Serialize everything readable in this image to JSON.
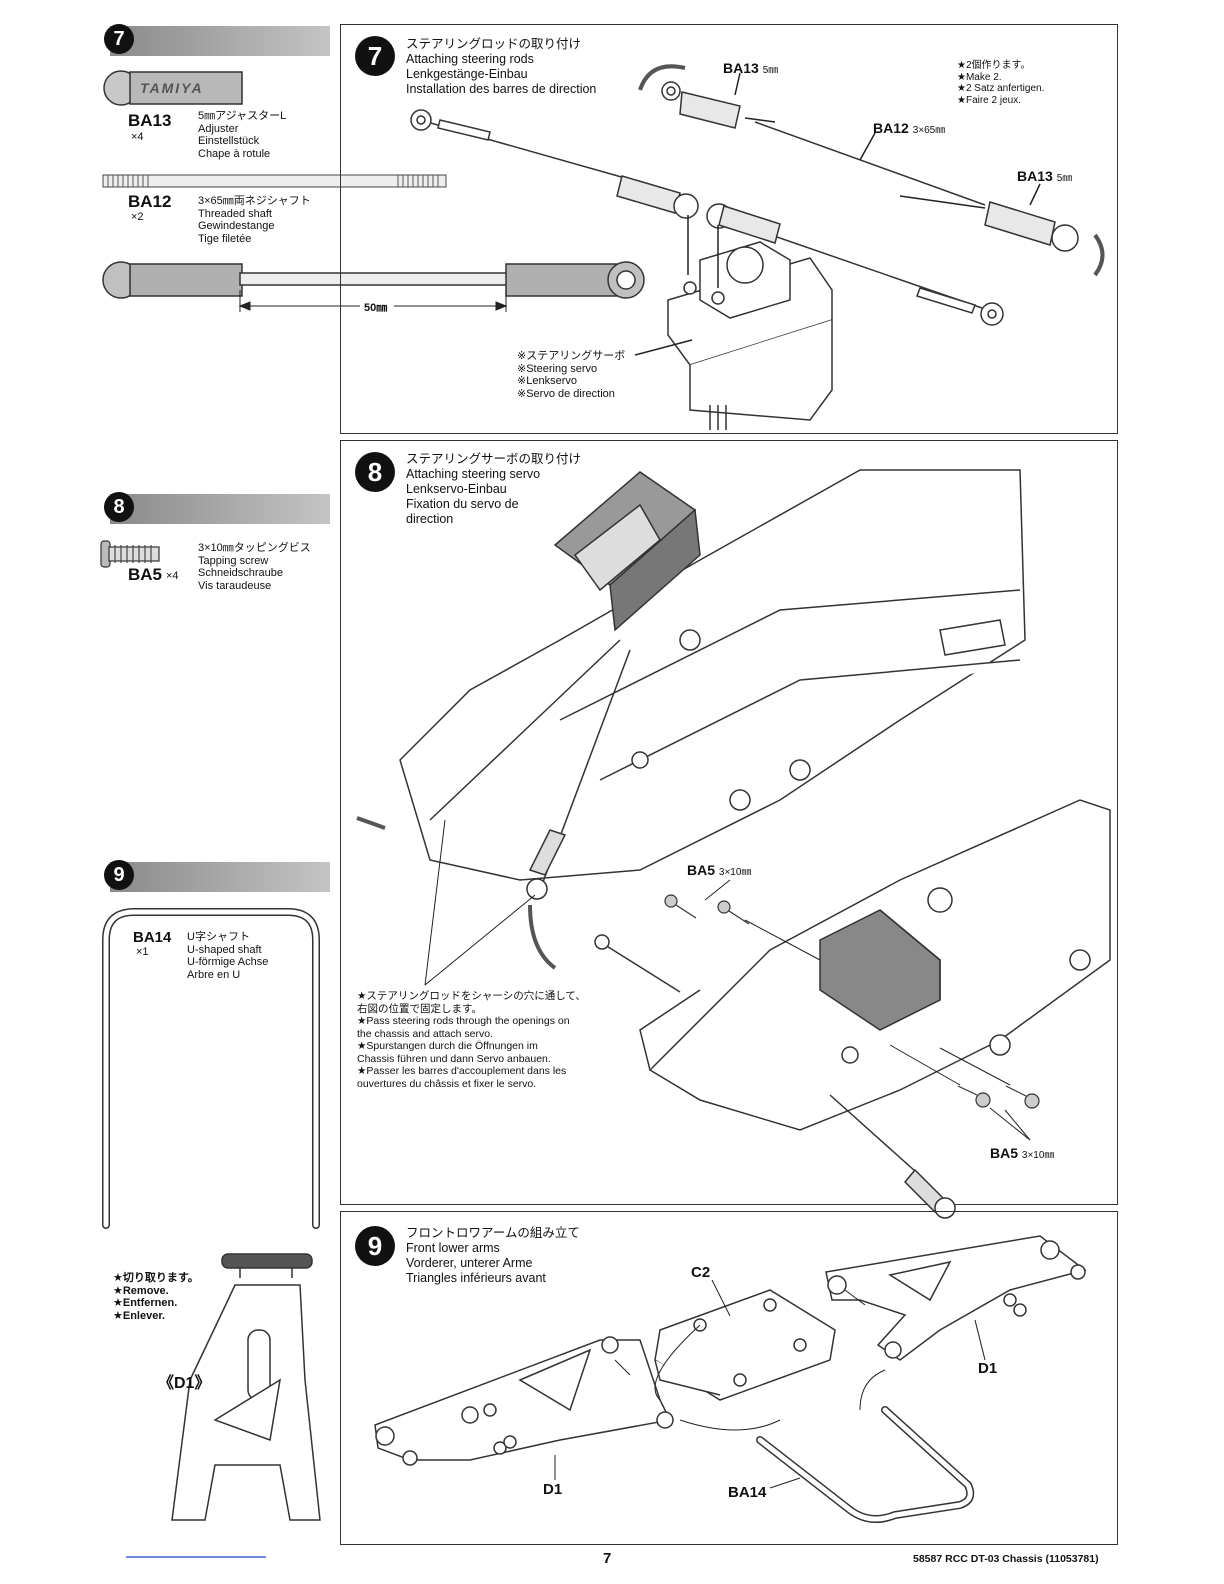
{
  "left": {
    "step7": {
      "number": "7",
      "ba13": {
        "code": "BA13",
        "qty": "×4",
        "desc": "5㎜アジャスターL\nAdjuster\nEinstellstück\nChape à rotule",
        "logo": "TAMIYA"
      },
      "ba12": {
        "code": "BA12",
        "qty": "×2",
        "desc": "3×65㎜両ネジシャフト\nThreaded shaft\nGewindestange\nTige filetée"
      },
      "dimension": "50㎜"
    },
    "step8": {
      "number": "8",
      "ba5": {
        "code": "BA5",
        "qty": "×4",
        "desc": "3×10㎜タッピングビス\nTapping screw\nSchneidschraube\nVis taraudeuse"
      }
    },
    "step9": {
      "number": "9",
      "ba14": {
        "code": "BA14",
        "qty": "×1",
        "desc": "U字シャフト\nU-shaped shaft\nU-förmige Achse\nArbre en U"
      },
      "remove_note": "★切り取ります。\n★Remove.\n★Entfernen.\n★Enlever.",
      "part_label": "《D1》"
    }
  },
  "panel7": {
    "number": "7",
    "title": "ステアリングロッドの取り付け\nAttaching steering rods\nLenkgestänge-Einbau\nInstallation des barres de direction",
    "make_note": "★2個作ります。\n★Make 2.\n★2 Satz anfertigen.\n★Faire 2 jeux.",
    "callout_ba13_a": {
      "code": "BA13",
      "size": "5㎜"
    },
    "callout_ba12": {
      "code": "BA12",
      "size": "3×65㎜"
    },
    "callout_ba13_b": {
      "code": "BA13",
      "size": "5㎜"
    },
    "servo_note": "※ステアリングサーボ\n※Steering servo\n※Lenkservo\n※Servo de direction"
  },
  "panel8": {
    "number": "8",
    "title": "ステアリングサーボの取り付け\nAttaching steering servo\nLenkservo-Einbau\nFixation du servo de\ndirection",
    "callout_ba5_top": {
      "code": "BA5",
      "size": "3×10㎜"
    },
    "callout_ba5_bottom": {
      "code": "BA5",
      "size": "3×10㎜"
    },
    "instruction": "★ステアリングロッドをシャーシの穴に通して、\n右図の位置で固定します。\n★Pass steering rods through the openings on\nthe chassis and attach servo.\n★Spurstangen durch die Öffnungen im\nChassis führen und dann Servo anbauen.\n★Passer les barres d'accouplement dans les\nouvertures du châssis et fixer le servo."
  },
  "panel9": {
    "number": "9",
    "title": "フロントロワアームの組み立て\nFront lower arms\nVorderer, unterer Arme\nTriangles inférieurs avant",
    "callouts": {
      "c2": "C2",
      "d1_right": "D1",
      "d1_left": "D1",
      "ba14": "BA14"
    }
  },
  "footer": {
    "page_number": "7",
    "doc_id": "58587 RCC DT-03 Chassis (11053781)"
  }
}
